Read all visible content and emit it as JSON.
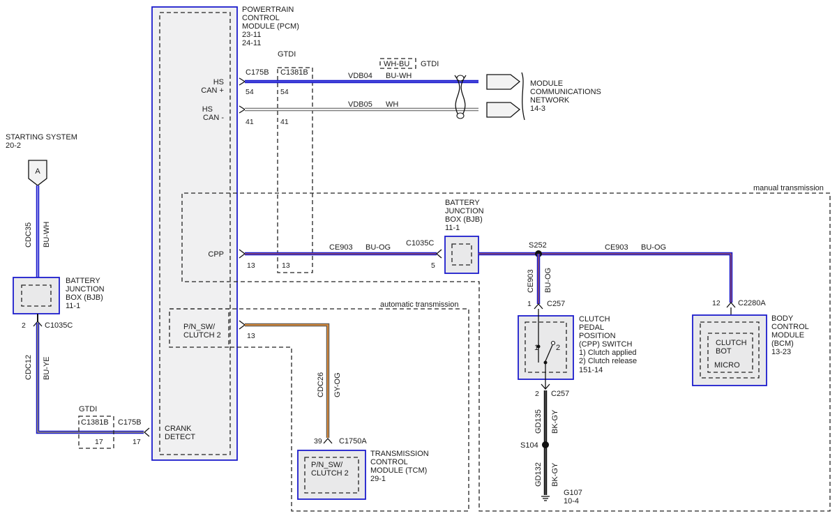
{
  "pcm": {
    "title_lines": [
      "POWERTRAIN",
      "CONTROL",
      "MODULE (PCM)",
      "23-11",
      "24-11"
    ],
    "pins": {
      "hs_can_plus": [
        "HS",
        "CAN +"
      ],
      "hs_can_minus": [
        "HS",
        "CAN -"
      ],
      "cpp": "CPP",
      "pn_sw": [
        "P/N_SW/",
        "CLUTCH 2"
      ],
      "crank": [
        "CRANK",
        "DETECT"
      ]
    }
  },
  "can": {
    "gtdi_label": "GTDI",
    "c175b": "C175B",
    "c1381b": "C1381B",
    "pin54": "54",
    "pin41": "41",
    "wire_top_circuit": "VDB04",
    "wire_top_color": "BU-WH",
    "wire_bot_circuit": "VDB05",
    "wire_bot_color": "WH",
    "alt_color_box": "WH-BU",
    "alt_color_tag": "GTDI",
    "network_lines": [
      "MODULE",
      "COMMUNICATIONS",
      "NETWORK",
      "14-3"
    ]
  },
  "starting": {
    "title_lines": [
      "STARTING SYSTEM",
      "20-2"
    ],
    "connector_letter": "A",
    "wire1_circuit": "CDC35",
    "wire1_color": "BU-WH",
    "bjb_lines": [
      "BATTERY",
      "JUNCTION",
      "BOX (BJB)",
      "11-1"
    ],
    "pin2": "2",
    "c1035c": "C1035C",
    "wire2_circuit": "CDC12",
    "wire2_color": "BU-YE",
    "gtdi": "GTDI",
    "c1381b": "C1381B",
    "c175b": "C175B",
    "pin17a": "17",
    "pin17b": "17"
  },
  "manual": {
    "label": "manual transmission",
    "pin13a": "13",
    "pin13b": "13",
    "wire_circuit": "CE903",
    "wire_color": "BU-OG",
    "c1035c": "C1035C",
    "pin5": "5",
    "bjb_lines": [
      "BATTERY",
      "JUNCTION",
      "BOX (BJB)",
      "11-1"
    ],
    "splice": "S252",
    "wire2_circuit": "CE903",
    "wire2_color": "BU-OG",
    "pin12": "12",
    "c2280a": "C2280A",
    "bcm_lines": [
      "BODY",
      "CONTROL",
      "MODULE",
      "(BCM)",
      "13-23"
    ],
    "bcm_inner": [
      "CLUTCH",
      "BOT"
    ],
    "bcm_micro": "MICRO",
    "vert_circuit": "CE903",
    "vert_color": "BU-OG",
    "pin1": "1",
    "c257a": "C257",
    "cpp_lines": [
      "CLUTCH",
      "PEDAL",
      "POSITION",
      "(CPP) SWITCH",
      "1) Clutch applied",
      "2) Clutch release",
      "151-14"
    ],
    "sw1": "1",
    "sw2": "2",
    "pin2": "2",
    "c257b": "C257",
    "gd135": "GD135",
    "gd135_color": "BK-GY",
    "s104": "S104",
    "gd132": "GD132",
    "gd132_color": "BK-GY",
    "ground_lines": [
      "G107",
      "10-4"
    ]
  },
  "automatic": {
    "label": "automatic transmission",
    "pin13": "13",
    "wire_circuit": "CDC26",
    "wire_color": "GY-OG",
    "pin39": "39",
    "c1750a": "C1750A",
    "tcm_lines": [
      "TRANSMISSION",
      "CONTROL",
      "MODULE (TCM)",
      "29-1"
    ],
    "tcm_inner": [
      "P/N_SW/",
      "CLUTCH 2"
    ]
  },
  "colors": {
    "blue": "#1c1ccc",
    "white_wire": "#f4f4f4",
    "orange": "#e06a2a",
    "gray_orange": "#c08a3e",
    "black": "#111111",
    "box_fill": "#e9e9ea"
  }
}
